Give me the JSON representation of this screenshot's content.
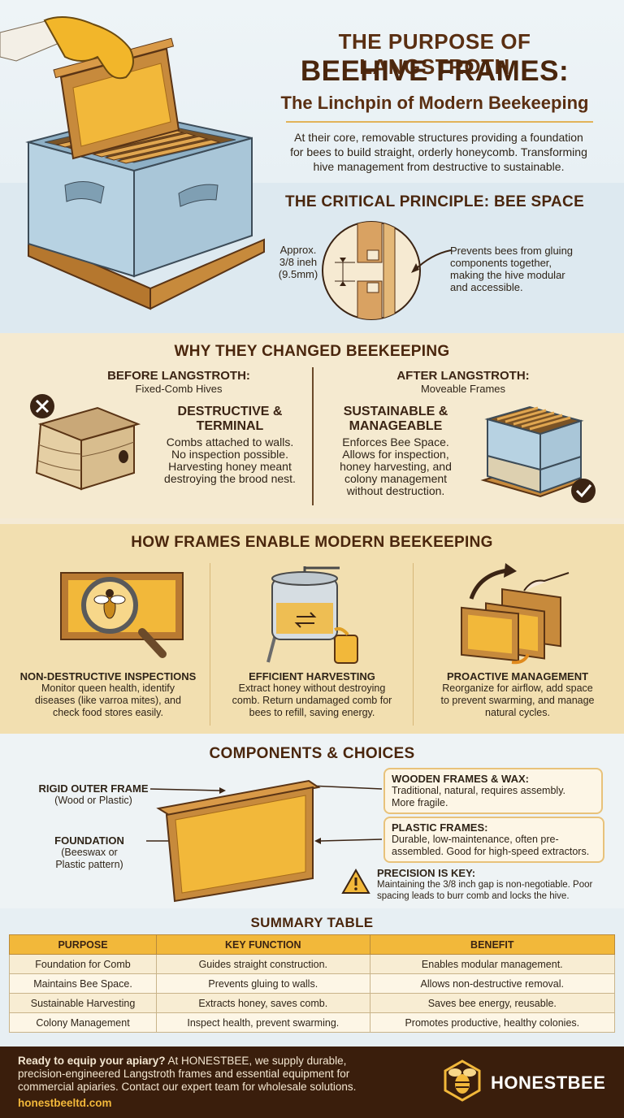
{
  "hero": {
    "title_line1": "THE PURPOSE OF LANGSTROTH",
    "title_line2": "BEEHIVE FRAMES:",
    "subtitle": "The Linchpin of Modern Beekeeping",
    "lead_l1": "At their core, removable structures providing a foundation",
    "lead_l2": "for bees to build straight, orderly honeycomb. Transforming",
    "lead_l3": "hive management from destructive to sustainable."
  },
  "bee_space": {
    "heading": "THE CRITICAL PRINCIPLE: BEE SPACE",
    "measure_l1": "Approx.",
    "measure_l2": "3/8 ineh",
    "measure_l3": "(9.5mm)",
    "note_l1": "Prevents bees from gluing",
    "note_l2": "components together,",
    "note_l3": "making the hive modular",
    "note_l4": "and accessible."
  },
  "why": {
    "heading": "WHY THEY CHANGED BEEKEEPING",
    "before_title": "BEFORE LANGSTROTH:",
    "before_sub": "Fixed-Comb Hives",
    "before_h1": "DESTRUCTIVE &",
    "before_h2": "TERMINAL",
    "before_l1": "Combs attached to walls.",
    "before_l2": "No inspection possible.",
    "before_l3": "Harvesting honey meant",
    "before_l4": "destroying the brood nest.",
    "after_title": "AFTER LANGSTROTH:",
    "after_sub": "Moveable Frames",
    "after_h1": "SUSTAINABLE &",
    "after_h2": "MANAGEABLE",
    "after_l1": "Enforces Bee Space.",
    "after_l2": "Allows for inspection,",
    "after_l3": "honey harvesting, and",
    "after_l4": "colony management",
    "after_l5": "without destruction."
  },
  "how": {
    "heading": "HOW FRAMES ENABLE MODERN BEEKEEPING",
    "items": [
      {
        "title": "NON-DESTRUCTIVE INSPECTIONS",
        "l1": "Monitor queen health, identify",
        "l2": "diseases (like varroa mites), and",
        "l3": "check food stores easily."
      },
      {
        "title": "EFFICIENT HARVESTING",
        "l1": "Extract honey without destroying",
        "l2": "comb. Return undamaged comb for",
        "l3": "bees to refill, saving energy."
      },
      {
        "title": "PROACTIVE MANAGEMENT",
        "l1": "Reorganize for airflow, add space",
        "l2": "to prevent swarming, and manage",
        "l3": "natural cycles."
      }
    ]
  },
  "components": {
    "heading": "COMPONENTS & CHOICES",
    "outer_title": "RIGID OUTER FRAME",
    "outer_sub": "(Wood or Plastic)",
    "found_title": "FOUNDATION",
    "found_l1": "(Beeswax or",
    "found_l2": "Plastic pattern)",
    "wood_title": "WOODEN FRAMES & WAX:",
    "wood_l1": "Traditional, natural, requires assembly.",
    "wood_l2": "More fragile.",
    "plastic_title": "PLASTIC FRAMES:",
    "plastic_l1": "Durable, low-maintenance, often pre-",
    "plastic_l2": "assembled. Good for high-speed extractors.",
    "precision_title": "PRECISION IS KEY:",
    "precision_l1": "Maintaining the 3/8 inch gap is non-negotiable. Poor",
    "precision_l2": "spacing leads to burr comb and locks the hive."
  },
  "summary": {
    "heading": "SUMMARY TABLE",
    "headers": [
      "PURPOSE",
      "KEY FUNCTION",
      "BENEFIT"
    ],
    "rows": [
      [
        "Foundation for Comb",
        "Guides straight construction.",
        "Enables modular management."
      ],
      [
        "Maintains Bee Space.",
        "Prevents gluing to walls.",
        "Allows non-destructive removal."
      ],
      [
        "Sustainable Harvesting",
        "Extracts honey, saves comb.",
        "Saves bee energy, reusable."
      ],
      [
        "Colony Management",
        "Inspect health, prevent swarming.",
        "Promotes productive, healthy colonies."
      ]
    ]
  },
  "footer": {
    "cta_bold": "Ready to equip your apiary?",
    "cta_rest": " At HONESTBEE, we supply durable,",
    "l2": "precision-engineered Langstroth frames and essential equipment for",
    "l3": "commercial apiaries. Contact our expert team for wholesale solutions.",
    "url": "honestbeeltd.com",
    "brand": "HONESTBEE"
  },
  "colors": {
    "honey": "#f2b83a",
    "brown": "#4a260d",
    "sky": "#dde9f0",
    "footer": "#3a1e0c"
  }
}
